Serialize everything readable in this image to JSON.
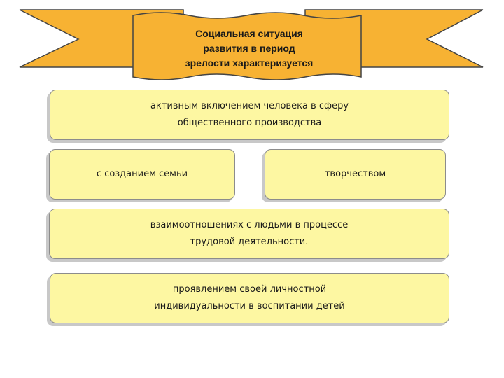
{
  "banner": {
    "title_line1": "Социальная ситуация",
    "title_line2": "развития в период",
    "title_line3": "зрелости характеризуется",
    "fill_color": "#f7b233"
  },
  "boxes": [
    {
      "line1": "активным включением человека в сферу",
      "line2": "общественного производства"
    },
    {
      "line1": "с созданием семьи"
    },
    {
      "line1": "творчеством"
    },
    {
      "line1": "взаимоотношениях с людьми в процессе",
      "line2": "трудовой деятельности."
    },
    {
      "line1": "проявлением своей личностной",
      "line2": "индивидуальности в воспитании детей"
    }
  ],
  "box_fill_color": "#fdf7a2"
}
